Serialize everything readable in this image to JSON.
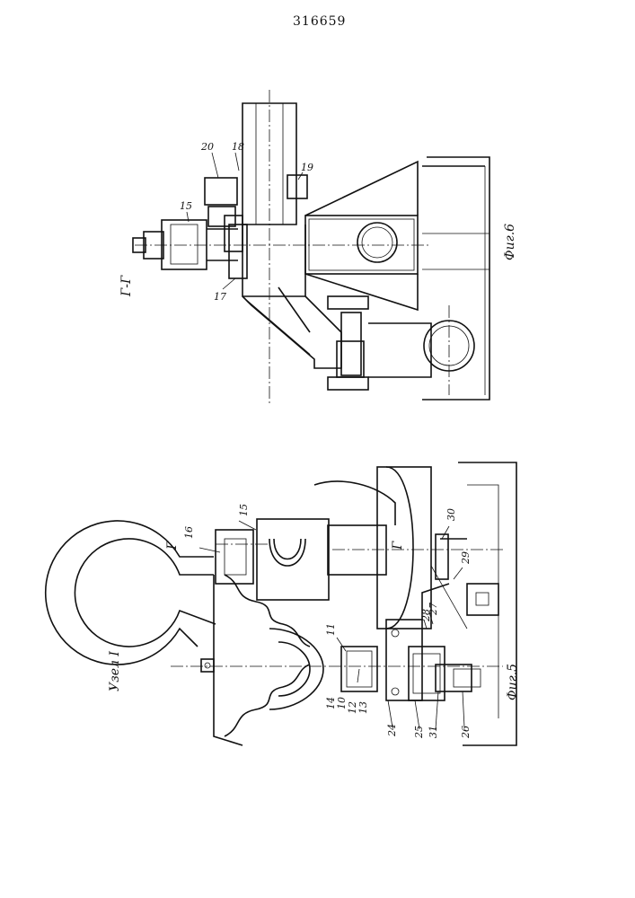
{
  "patent_number": "316659",
  "fig6": {
    "caption": "Фиг.6",
    "section_label": "Г-Г",
    "labels": [
      "20",
      "18",
      "19",
      "15",
      "17"
    ]
  },
  "fig5": {
    "caption": "Фиг.5",
    "node_label": "Узел I",
    "section_mark_left": "Г",
    "section_mark_right": "Г",
    "labels": [
      "16",
      "15",
      "30",
      "29",
      "28",
      "27",
      "11",
      "14",
      "10",
      "12",
      "13",
      "24",
      "25",
      "31",
      "26"
    ]
  }
}
